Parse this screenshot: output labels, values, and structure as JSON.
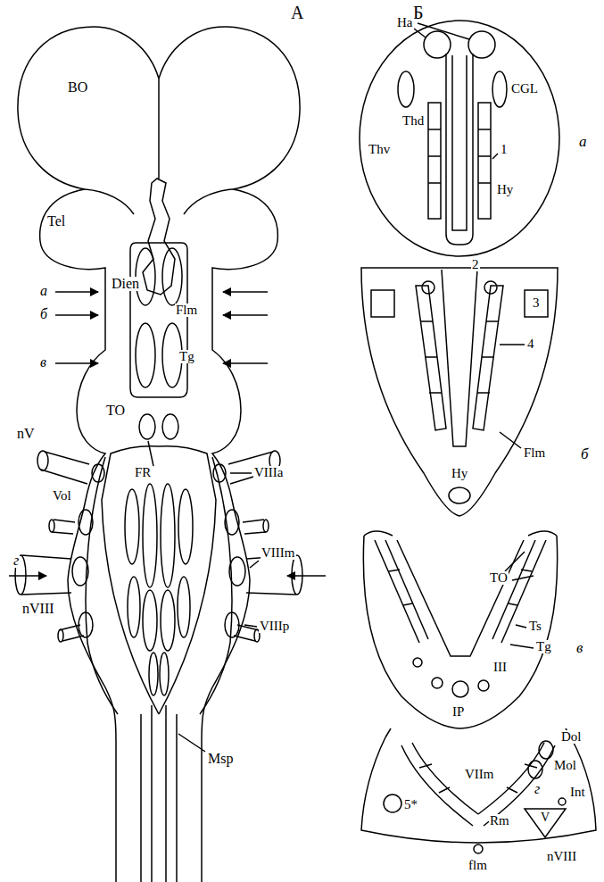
{
  "diagram": {
    "labels": [
      "A",
      "BO",
      "Tel",
      "Dien",
      "а",
      "б",
      "в",
      "Flm",
      "Tg",
      "TO",
      "nV",
      "Vol",
      "VIIIa",
      "FR",
      "VIIIm",
      "г",
      "nVIII",
      "VIIIp",
      "Msp",
      "Б",
      "Ha",
      "CGL",
      "Thd",
      "Thv",
      "1",
      "Hy",
      "а",
      "2",
      "3",
      "4",
      "Flm",
      "Hy",
      "б",
      "TO",
      "Ts",
      "Tg",
      "III",
      "IP",
      "в",
      "Dol",
      "Mol",
      "г",
      "Int",
      "VIIm",
      "5*",
      "Rm",
      "V",
      "nVIII",
      "flm"
    ]
  }
}
